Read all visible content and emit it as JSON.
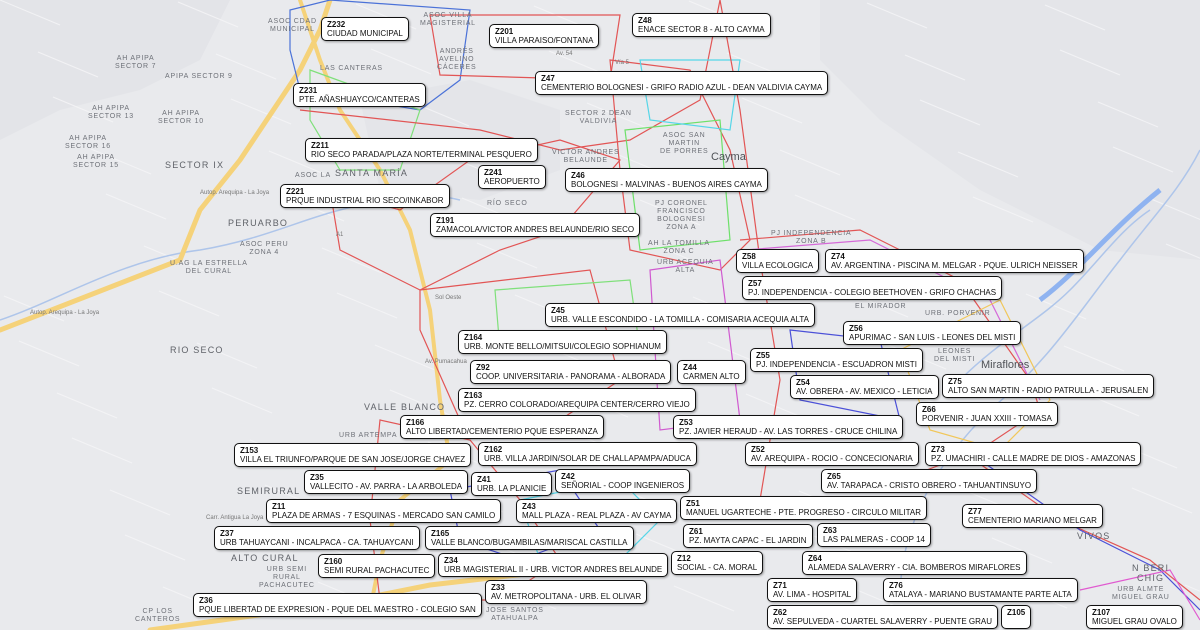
{
  "map": {
    "zones": [
      {
        "code": "Z232",
        "text": "CIUDAD MUNICIPAL"
      },
      {
        "code": "Z201",
        "text": "VILLA PARAISO/FONTANA"
      },
      {
        "code": "Z48",
        "text": "ENACE SECTOR 8 - ALTO CAYMA"
      },
      {
        "code": "Z231",
        "text": "PTE. AÑASHUAYCO/CANTERAS"
      },
      {
        "code": "Z47",
        "text": "CEMENTERIO BOLOGNESI - GRIFO RADIO AZUL - DEAN VALDIVIA CAYMA"
      },
      {
        "code": "Z211",
        "text": "RIO SECO PARADA/PLAZA NORTE/TERMINAL PESQUERO"
      },
      {
        "code": "Z241",
        "text": "AEROPUERTO"
      },
      {
        "code": "Z46",
        "text": "BOLOGNESI - MALVINAS - BUENOS AIRES CAYMA"
      },
      {
        "code": "Z221",
        "text": "PRQUE INDUSTRIAL RIO SECO/INKABOR"
      },
      {
        "code": "Z191",
        "text": "ZAMACOLA/VICTOR ANDRES BELAUNDE/RIO SECO"
      },
      {
        "code": "Z57",
        "text": "PJ. INDEPENDENCIA - COLEGIO BEETHOVEN - GRIFO CHACHAS"
      },
      {
        "code": "Z58",
        "text": "VILLA ECOLOGICA"
      },
      {
        "code": "Z45",
        "text": "URB. VALLE ESCONDIDO - LA TOMILLA - COMISARIA ACEQUIA ALTA"
      },
      {
        "code": "Z164",
        "text": "URB. MONTE BELLO/MITSUI/COLEGIO SOPHIANUM"
      },
      {
        "code": "Z56",
        "text": "APURIMAC - SAN LUIS - LEONES DEL MISTI"
      },
      {
        "code": "Z44",
        "text": "CARMEN ALTO"
      },
      {
        "code": "Z55",
        "text": "PJ. INDEPENDENCIA - ESCUADRON MISTI"
      },
      {
        "code": "Z54",
        "text": "AV. OBRERA - AV. MEXICO - LETICIA"
      },
      {
        "code": "Z66",
        "text": "PORVENIR - JUAN XXIII - TOMASA"
      },
      {
        "code": "Z163",
        "text": "PZ. CERRO COLORADO/AREQUIPA CENTER/CERRO VIEJO"
      },
      {
        "code": "Z166",
        "text": "ALTO LIBERTAD/CEMENTERIO PQUE ESPERANZA"
      },
      {
        "code": "Z162",
        "text": "URB. VILLA JARDIN/SOLAR DE CHALLAPAMPA/ADUCA"
      },
      {
        "code": "Z53",
        "text": "PZ. JAVIER HERAUD - AV. LAS TORRES - CRUCE CHILINA"
      },
      {
        "code": "Z52",
        "text": "AV. AREQUIPA - ROCIO - CONCECIONARIA"
      },
      {
        "code": "Z42",
        "text": "SEÑORIAL - COOP INGENIEROS"
      },
      {
        "code": "Z65",
        "text": "AV. TARAPACA - CRISTO OBRERO - TAHUANTINSUYO"
      },
      {
        "code": "Z51",
        "text": "MANUEL UGARTECHE - PTE. PROGRESO - CIRCULO MILITAR"
      },
      {
        "code": "Z63",
        "text": "LAS PALMERAS - COOP 14"
      },
      {
        "code": "Z41",
        "text": "URB. LA PLANICIE"
      },
      {
        "code": "Z43",
        "text": "MALL PLAZA - REAL PLAZA - AV CAYMA"
      },
      {
        "code": "Z165",
        "text": "VALLE BLANCO/BUGAMBILAS/MARISCAL CASTILLA"
      },
      {
        "code": "Z61",
        "text": "PZ. MAYTA CAPAC - EL JARDIN"
      },
      {
        "code": "Z64",
        "text": "ALAMEDA SALAVERRY - CIA. BOMBEROS MIRAFLORES"
      },
      {
        "code": "Z77",
        "text": "CEMENTERIO MARIANO MELGAR"
      },
      {
        "code": "Z12",
        "text": "SOCIAL - CA. MORAL"
      },
      {
        "code": "Z34",
        "text": "URB MAGISTERIAL II - URB. VICTOR ANDRES BELAUNDE"
      },
      {
        "code": "Z76",
        "text": "ATALAYA - MARIANO BUSTAMANTE PARTE ALTA"
      },
      {
        "code": "Z62",
        "text": "AV. SEPULVEDA - CUARTEL SALAVERRY - PUENTE GRAU"
      },
      {
        "code": "Z33",
        "text": "AV. METROPOLITANA - URB. EL OLIVAR"
      },
      {
        "code": "Z160",
        "text": "SEMI RURAL PACHACUTEC"
      },
      {
        "code": "Z73",
        "text": "PZ. UMACHIRI - CALLE MADRE DE DIOS - AMAZONAS"
      },
      {
        "code": "Z11",
        "text": "PLAZA DE ARMAS - 7 ESQUINAS - MERCADO SAN CAMILO"
      },
      {
        "code": "Z75",
        "text": "ALTO SAN MARTIN - RADIO PATRULLA - JERUSALEN"
      },
      {
        "code": "Z36",
        "text": "PQUE LIBERTAD DE EXPRESION - PQUE DEL MAESTRO - COLEGIO SAN"
      },
      {
        "code": "Z71",
        "text": "AV. LIMA - HOSPITAL"
      },
      {
        "code": "Z37",
        "text": "URB TAHUAYCANI - INCALPACA - CA. TAHUAYCANI"
      },
      {
        "code": "Z74",
        "text": "AV. ARGENTINA - PISCINA M. MELGAR - PQUE. ULRICH NEISSER"
      },
      {
        "code": "Z35",
        "text": "VALLECITO - AV. PARRA - LA ARBOLEDA"
      },
      {
        "code": "Z92",
        "text": "COOP. UNIVERSITARIA - PANORAMA - ALBORADA"
      },
      {
        "code": "Z153",
        "text": "VILLA EL TRIUNFO/PARQUE DE SAN JOSE/JORGE CHAVEZ"
      },
      {
        "code": "Z105",
        "text": ""
      },
      {
        "code": "Z107",
        "text": "MIGUEL GRAU OVALO"
      }
    ],
    "places": [
      "ASOC CDAD\nMUNICIPAL",
      "ASOC VILLA\nMAGISTERIAL",
      "ANDRÉS\nAVELINO\nCÁCERES",
      "LAS CANTERAS",
      "SECTOR 2 DEAN\nVALDIVIA",
      "ASOC SAN\nMARTIN\nDE PORRES",
      "Cayma",
      "SANTA MARÍA",
      "ASOC LA",
      "RÍO SECO",
      "VICTOR ANDRES\nBELAUNDE",
      "PJ CORONEL\nFRANCISCO\nBOLOGNESI\nZONA A",
      "AH LA TOMILLA\nZONA C",
      "URB ACEQUIA\nALTA",
      "AH APIPA\nSECTOR 7",
      "APIPA SECTOR 9",
      "AH APIPA\nSECTOR 13",
      "AH APIPA\nSECTOR 10",
      "AH APIPA\nSECTOR 16",
      "AH APIPA\nSECTOR 15",
      "SECTOR IX",
      "PERUARBO",
      "ASOC PERU\nZONA 4",
      "U.AG LA ESTRELLA\nDEL CURAL",
      "RIO SECO",
      "ALTO CURAL",
      "URB ARTEMPA",
      "VALLE BLANCO",
      "URB SEMI\nRURAL\nPACHACUTEC",
      "SEMIRURAL",
      "JOSE SANTOS\nATAHUALPA",
      "CP LOS\nCANTEROS",
      "PJ INDEPENDENCIA\nZONA B",
      "LEONES\nDEL MISTI",
      "URB. PORVENIR",
      "EL MIRADOR",
      "Miraflores",
      "VIVOS",
      "URB ALMTE\nMIGUEL GRAU",
      "N BERI\nCHIG"
    ],
    "roads": [
      "Autop. Arequipa - La Joya",
      "Autop. Arequipa - La Joya",
      "Sol Oeste",
      "Av. Pumacahua",
      "Av. 54",
      "Vía 5",
      "Carr. Antigua La Joya",
      "A1"
    ]
  }
}
